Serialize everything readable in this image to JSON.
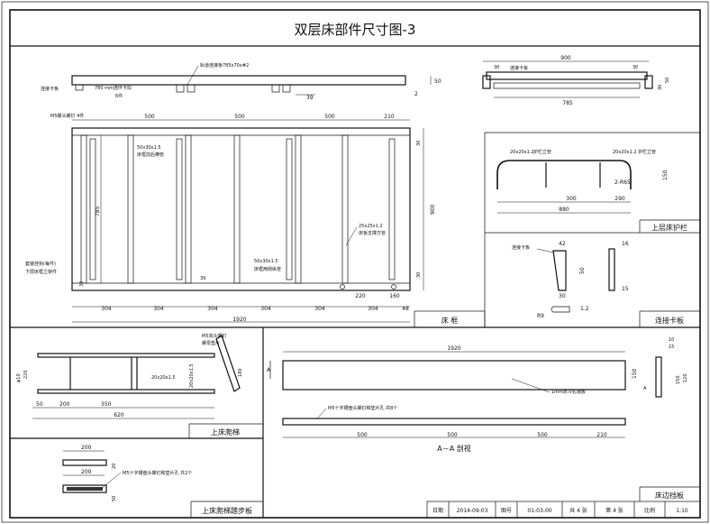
{
  "title": "双层床部件尺寸图-3",
  "views": {
    "bed_frame": {
      "name": "床  框",
      "top_labels": {
        "card_label": "连接卡板",
        "lug_label": "轨道连接板785x70x#2",
        "inner_label": "780 mm连环卡扣",
        "count": "6件"
      },
      "top_dims": [
        "39",
        "2",
        "50"
      ],
      "notes": {
        "screw": "M5螺头螺钉 4件",
        "tube50": "50x30x1.5",
        "tube50_note": "床框前后横管",
        "tube25": "25x25x1.2",
        "tube25_note": "床板支撑方管",
        "tube50b": "50x30x1.5",
        "tube50b_note": "床框两侧纵管",
        "bolt": "套装挂钩(每件)",
        "bolt_note": "下层床框立架件"
      },
      "top_spacing": [
        "500",
        "500",
        "500",
        "210"
      ],
      "side_dims": {
        "left": "785",
        "right": "900",
        "top_r": "30",
        "bottom_r": "30",
        "bottom_l": "30",
        "small": "39"
      },
      "offsets": [
        "220",
        "160"
      ],
      "bottom_spacing": [
        "304",
        "304",
        "304",
        "304",
        "304",
        "304",
        "48"
      ],
      "overall": "1920"
    },
    "connector_card": {
      "top_width": "900",
      "left": "30",
      "right": "30",
      "card_label": "连接卡板",
      "heights": [
        "50",
        "30"
      ],
      "inner": "785"
    },
    "guardrail": {
      "name": "上层床护栏",
      "label_left": "20x20x1.2",
      "label_left_note": "护栏立管",
      "label_right": "20x20x1.2",
      "label_right_note": "护栏立管",
      "radius": "2-R65",
      "height": "150",
      "spans": [
        "300",
        "290"
      ],
      "total": "880"
    },
    "connecting_plate": {
      "name": "连接卡板",
      "label": "连接卡板",
      "dims": [
        "42",
        "16",
        "50",
        "30",
        "15"
      ],
      "r": "R9",
      "t": "1.2"
    },
    "ladder": {
      "name": "上床爬梯",
      "screw": "M5双头螺钉",
      "screw_note": "螺母垫片",
      "rung": "20x20x1.5",
      "rung_v": "20x20x1.5",
      "height": "220",
      "side": "180",
      "phi": "φ10",
      "spans": [
        "50",
        "200",
        "350"
      ],
      "total": "620"
    },
    "step": {
      "name": "上床爬梯踏步板",
      "top": "200",
      "mid": "200",
      "note": "M5十字槽盘头螺钉和垫片孔  共2个",
      "h1": "20",
      "h2": "50"
    },
    "guard_board": {
      "name": "床边挡板",
      "total": "1920",
      "height": "150",
      "note": "1mm厚冷轧钢板",
      "screw_note": "M5十字槽盘头螺钉和垫片孔  共8个",
      "section": "A－A 剖视",
      "spacing": [
        "500",
        "500",
        "500",
        "210"
      ],
      "sec_dims": [
        "10",
        "15",
        "150",
        "120"
      ],
      "mark": "A"
    }
  },
  "title_block": {
    "date_label": "日期",
    "date": "2014-09-03",
    "drawing_no_label": "图号",
    "drawing_no": "01-03-00",
    "total_sheets": "共 4 张",
    "sheet": "第 4 张",
    "scale_label": "比例",
    "scale": "1:10"
  }
}
